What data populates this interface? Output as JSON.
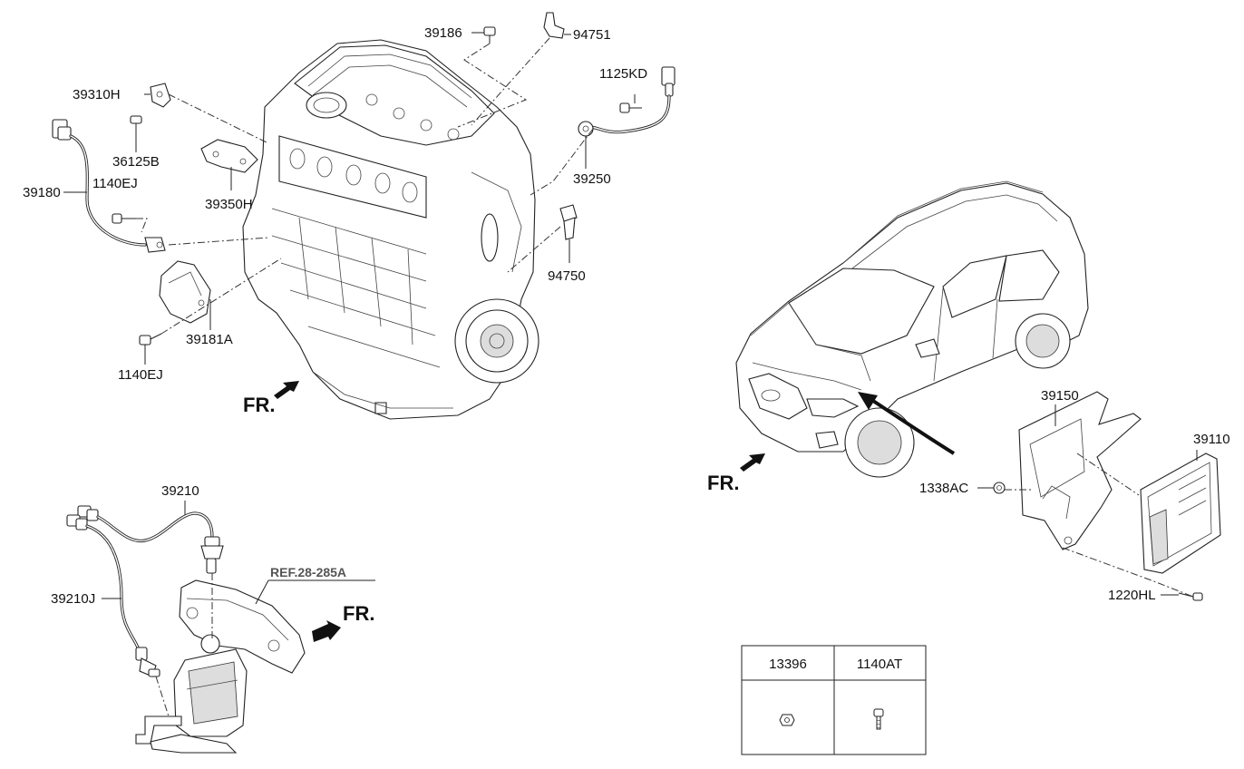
{
  "labels": {
    "p39186": "39186",
    "p94751": "94751",
    "p1125KD": "1125KD",
    "p39310H": "39310H",
    "p36125B": "36125B",
    "p39180": "39180",
    "p1140EJ_a": "1140EJ",
    "p39350H": "39350H",
    "p39250": "39250",
    "p94750": "94750",
    "p39181A": "39181A",
    "p1140EJ_b": "1140EJ",
    "p39210": "39210",
    "p39210J": "39210J",
    "ref": "REF.28-285A",
    "p39150": "39150",
    "p39110": "39110",
    "p1338AC": "1338AC",
    "p1220HL": "1220HL"
  },
  "fr_markers": [
    "FR.",
    "FR.",
    "FR."
  ],
  "legend_table": {
    "headers": [
      "13396",
      "1140AT"
    ]
  }
}
